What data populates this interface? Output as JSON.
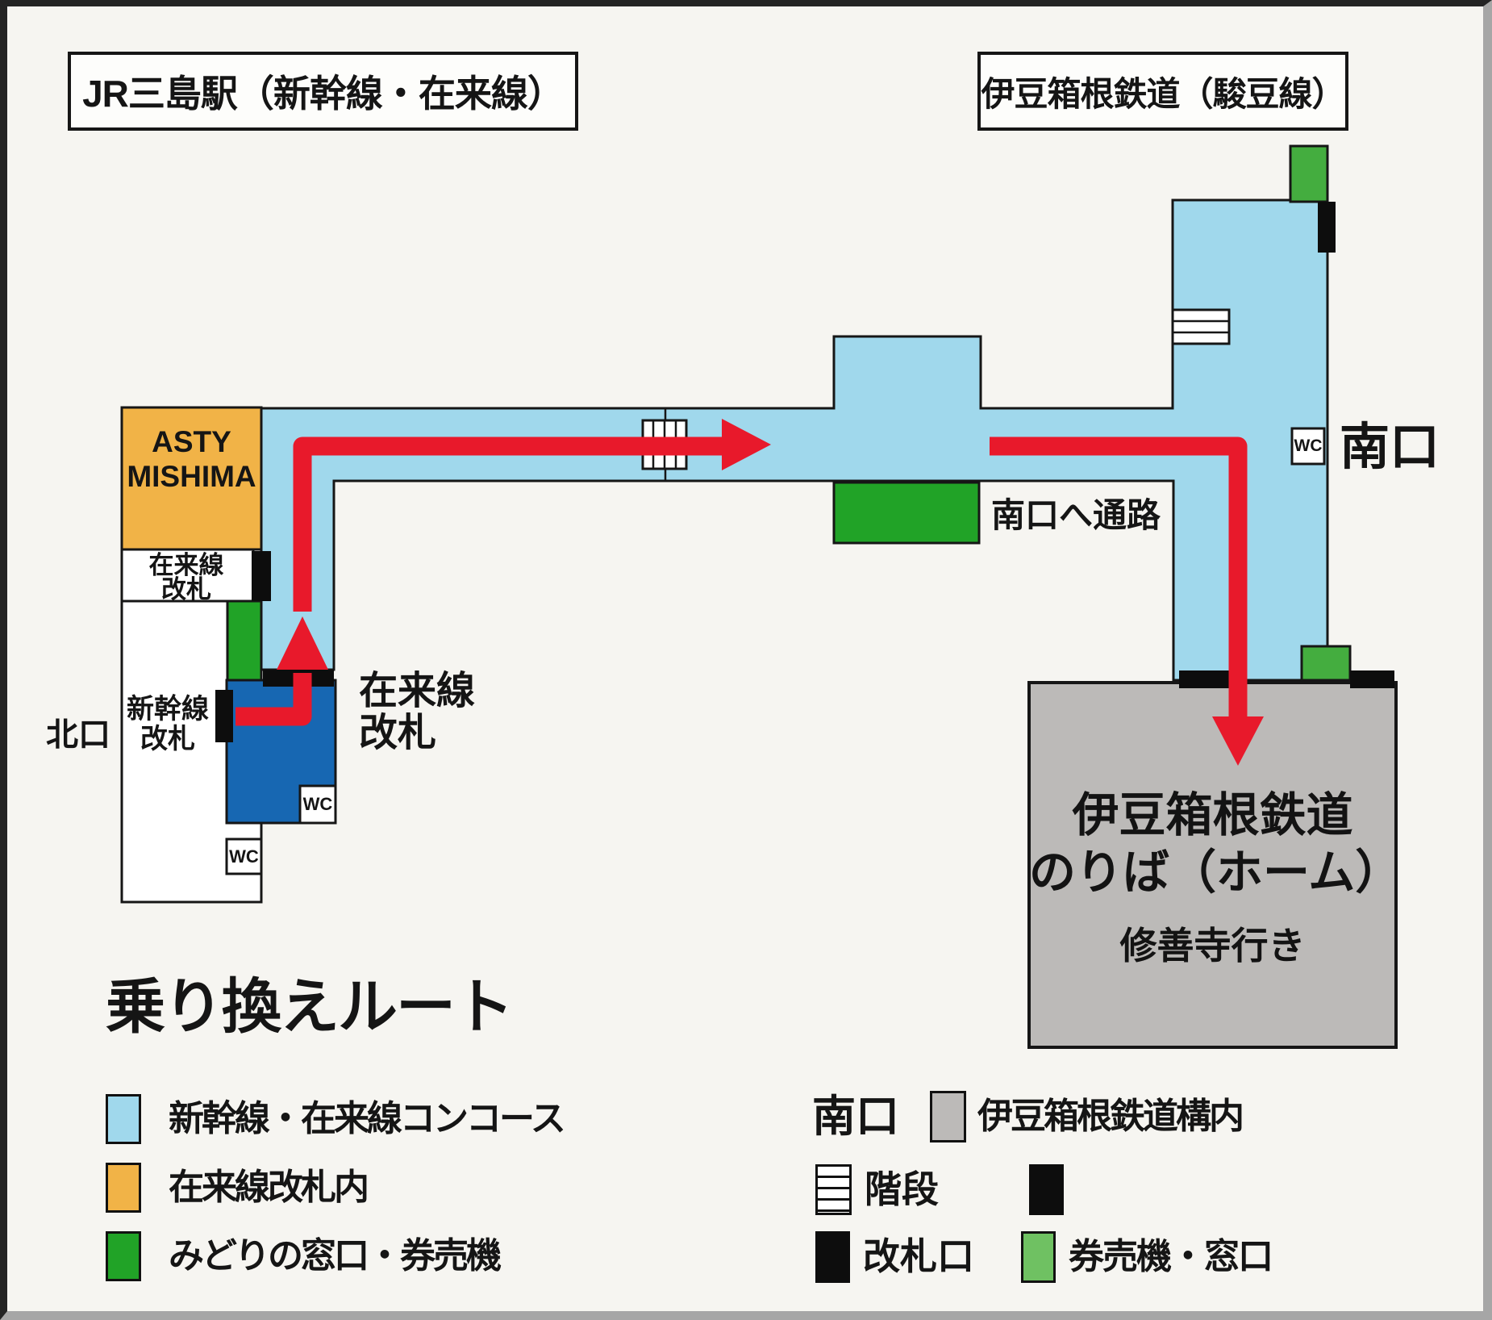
{
  "titles": {
    "jr_station": "JR三島駅（新幹線・在来線）",
    "izuhakone": "伊豆箱根鉄道（駿豆線）"
  },
  "map": {
    "asty_line1": "ASTY",
    "asty_line2": "MISHIMA",
    "zairaisen_gate_line1": "在来線",
    "zairaisen_gate_line2": "改札",
    "shinkansen_gate_line1": "新幹線",
    "shinkansen_gate_line2": "改札",
    "north_exit": "北口",
    "zairaisen_big_line1": "在来線",
    "zairaisen_big_line2": "改札",
    "south_exit_passage": "南口へ通路",
    "south_exit": "南口",
    "wc": "WC",
    "platform_line1": "伊豆箱根鉄道",
    "platform_line2": "のりば（ホーム）",
    "platform_line3": "修善寺行き"
  },
  "legend": {
    "heading": "乗り換えルート",
    "left_items": [
      {
        "swatch": "concourse-swatch",
        "label": "新幹線・在来線コンコース"
      },
      {
        "swatch": "jr-paid-area-swatch",
        "label": "在来線改札内"
      },
      {
        "swatch": "midori-window-swatch",
        "label": "みどりの窓口・券売機"
      }
    ],
    "right_items": {
      "south_exit_label": "南口",
      "izuhakone_area_label": "伊豆箱根鉄道構内",
      "stairs_label": "階段",
      "ticket_gate_label": "改札口",
      "ticket_machine_label": "券売機・窓口"
    }
  },
  "colors": {
    "concourse_light_blue": "#a0d8ec",
    "jr_paid_orange": "#f1b347",
    "jr_green": "#21a327",
    "izuhakone_green": "#44ad3f",
    "legend_light_green": "#6fc162",
    "shinkansen_blue": "#1767b2",
    "izuhakone_gray": "#bcbab8",
    "route_red": "#e8192b",
    "gate_black": "#0d0d0d",
    "background": "#f6f5f1"
  }
}
